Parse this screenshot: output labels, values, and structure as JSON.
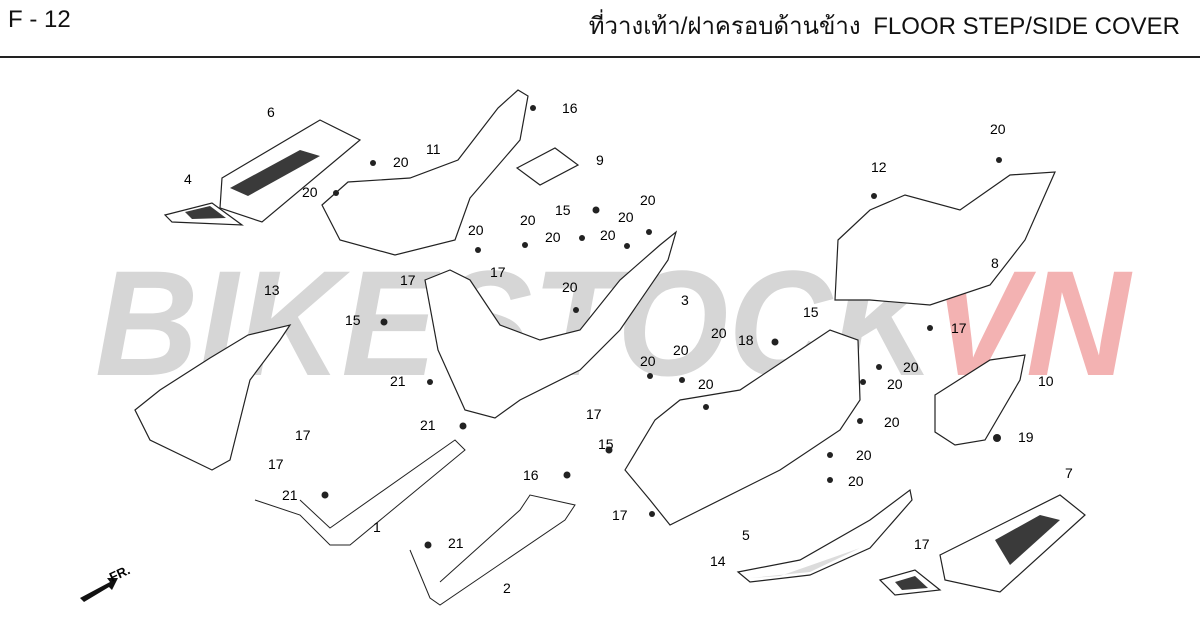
{
  "header": {
    "figure_code": "F - 12",
    "title_thai": "ที่วางเท้า/ฝาครอบด้านข้าง",
    "title_en": "FLOOR STEP/SIDE COVER"
  },
  "watermark": {
    "text": "BIKESTOCKVN",
    "color_gray": "#cfcfcf",
    "color_red": "#f0a3a3"
  },
  "direction_label": "FR.",
  "callouts": [
    "6",
    "4",
    "11",
    "20",
    "16",
    "9",
    "20",
    "15",
    "20",
    "20",
    "20",
    "20",
    "20",
    "17",
    "20",
    "17",
    "15",
    "13",
    "3",
    "20",
    "17",
    "17",
    "21",
    "21",
    "1",
    "21",
    "21",
    "2",
    "16",
    "20",
    "12",
    "8",
    "15",
    "18",
    "20",
    "17",
    "20",
    "20",
    "17",
    "15",
    "20",
    "20",
    "20",
    "20",
    "20",
    "10",
    "19",
    "20",
    "7",
    "17",
    "5",
    "17",
    "14"
  ]
}
